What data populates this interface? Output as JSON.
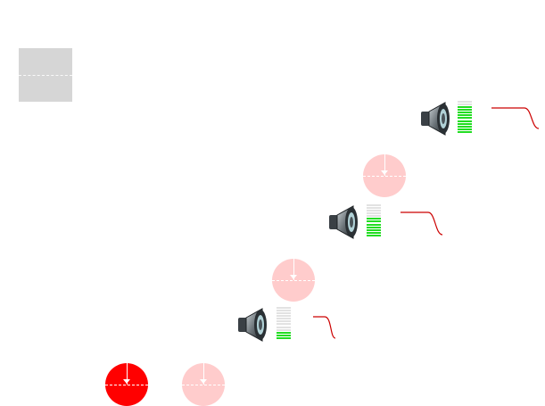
{
  "colors": {
    "placeholder_gray": "#d6d6d6",
    "dial_active": "#ff0000",
    "dial_inactive": "#ffcccc",
    "meter_on": "#22dd22",
    "meter_off": "#e2e2e2",
    "curve": "#cc0000"
  },
  "icons": {
    "speaker": "speaker-icon",
    "dial": "dial-icon",
    "meter": "level-meter",
    "curve": "envelope-curve"
  },
  "channels": [
    {
      "level": 0.8,
      "dial_active": false
    },
    {
      "level": 0.6,
      "dial_active": false
    },
    {
      "level": 0.25,
      "dial_active": false
    }
  ],
  "start_dials": [
    {
      "active": true
    },
    {
      "active": false
    }
  ]
}
